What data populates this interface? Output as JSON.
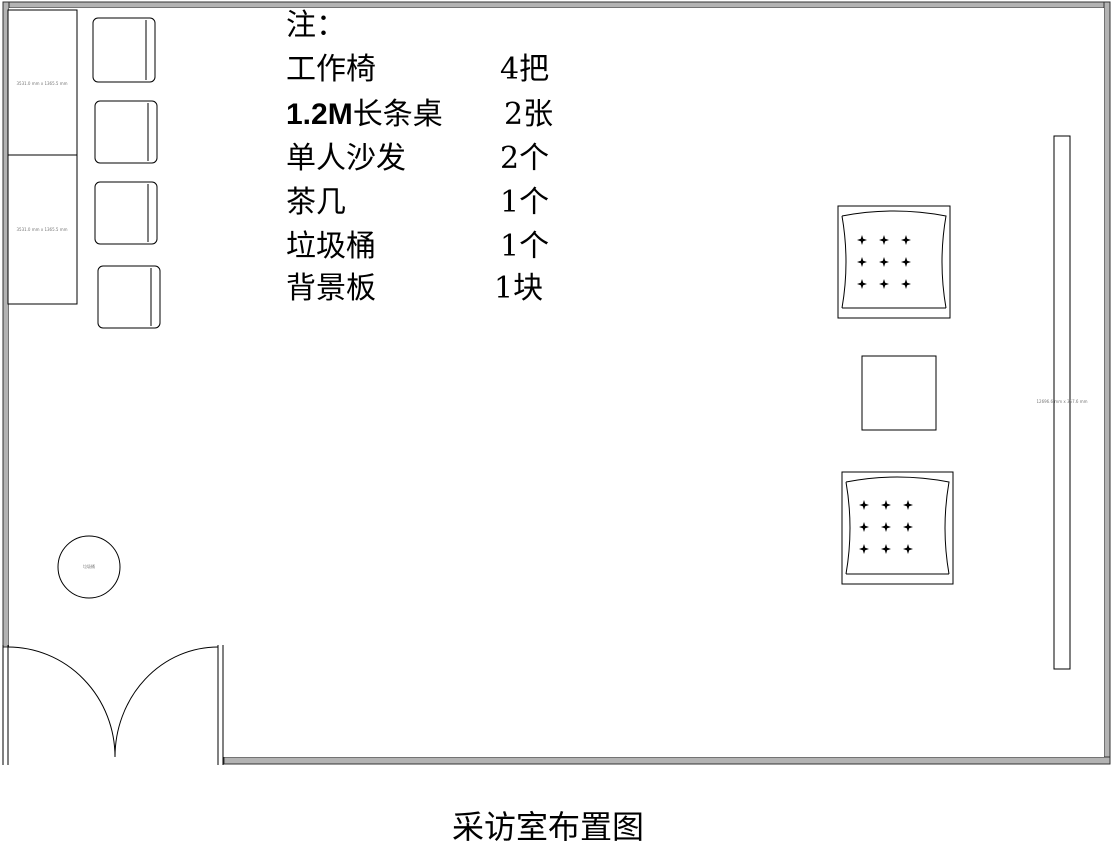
{
  "notes": {
    "heading": "注：",
    "items": [
      {
        "name": "工作椅",
        "qty": "4把"
      },
      {
        "name_bold": "1.2M",
        "name": "长条桌",
        "qty": "2张"
      },
      {
        "name": "单人沙发",
        "qty": "2个"
      },
      {
        "name": "茶几",
        "qty": "1个"
      },
      {
        "name": "垃圾桶",
        "qty": "1个"
      },
      {
        "name": "背景板",
        "qty": "1块"
      }
    ]
  },
  "labels": {
    "desk_1": "3531.0 mm x 1365.5 mm",
    "desk_2": "3531.0 mm x 1365.5 mm",
    "backboard": "12696.6 mm x 357.6 mm",
    "trash_can": "垃圾桶"
  },
  "title": "采访室布置图"
}
